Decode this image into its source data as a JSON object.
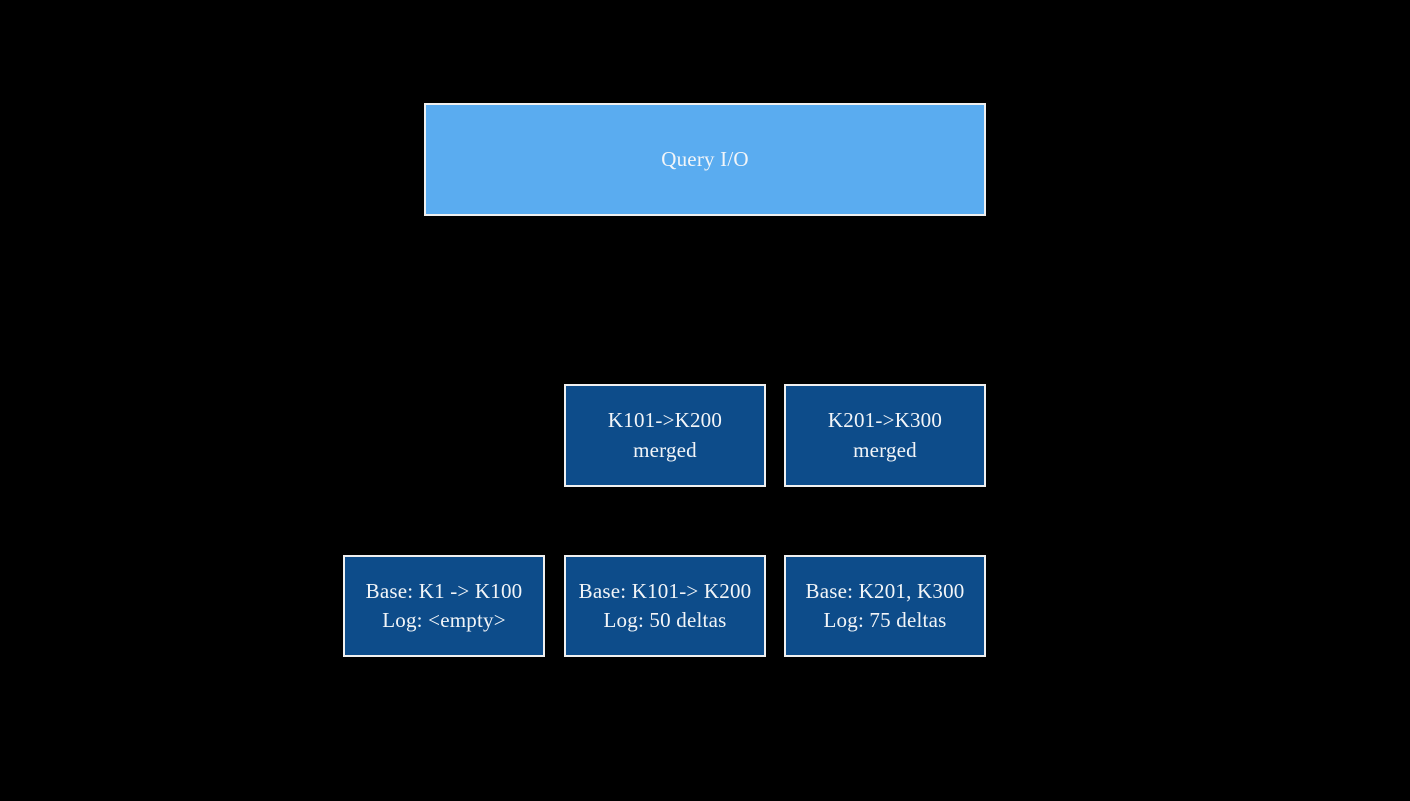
{
  "diagram": {
    "query_box": {
      "label": "Query I/O"
    },
    "merged_row": [
      {
        "line1": "K101->K200",
        "line2": "merged"
      },
      {
        "line1": "K201->K300",
        "line2": "merged"
      }
    ],
    "base_row": [
      {
        "line1": "Base: K1 -> K100",
        "line2": "Log: <empty>"
      },
      {
        "line1": "Base: K101-> K200",
        "line2": "Log: 50 deltas"
      },
      {
        "line1": "Base: K201, K300",
        "line2": "Log: 75 deltas"
      }
    ],
    "colors": {
      "background": "#000000",
      "query_box_fill": "#5aacf0",
      "segment_box_fill": "#0d4c8a",
      "box_border": "#f0f0f0",
      "text": "#f2f5f8"
    }
  }
}
